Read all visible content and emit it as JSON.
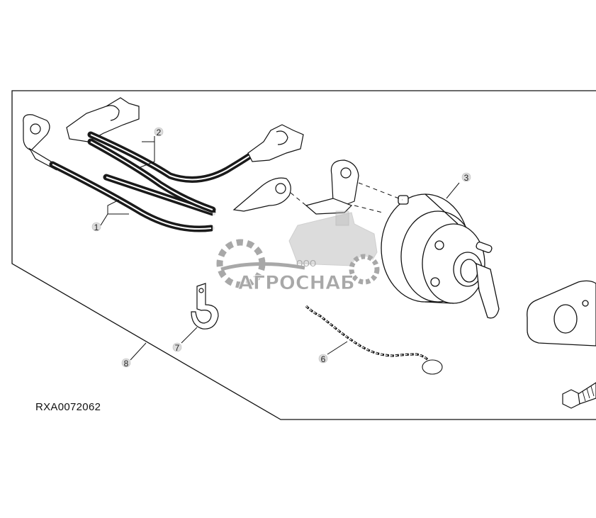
{
  "figure": {
    "id_label": "RXA0072062"
  },
  "callouts": [
    {
      "number": "1"
    },
    {
      "number": "2"
    },
    {
      "number": "3"
    },
    {
      "number": "6"
    },
    {
      "number": "7"
    },
    {
      "number": "8"
    }
  ],
  "watermark": {
    "org_prefix": "ООО",
    "brand": "АГРОСНАБ"
  },
  "colors": {
    "line": "#111111",
    "cable": "#1a1a1a",
    "watermark": "#9a9a9a"
  }
}
